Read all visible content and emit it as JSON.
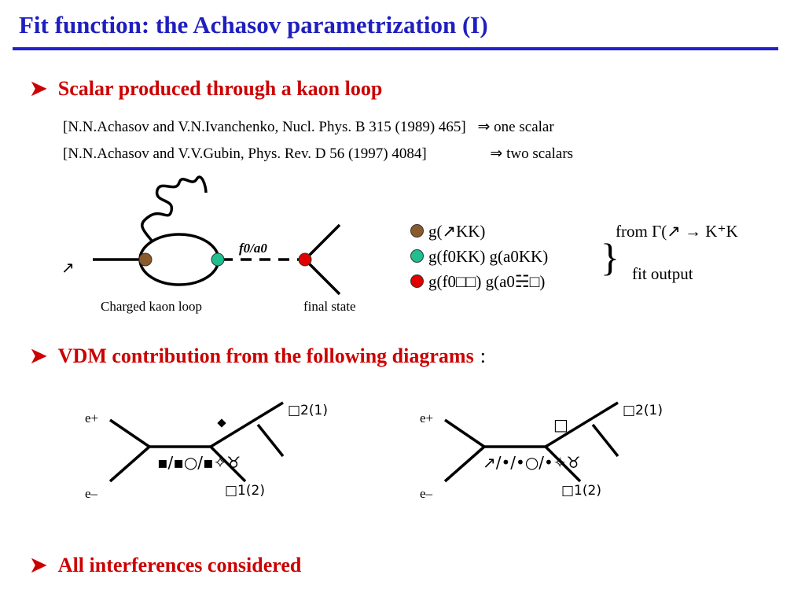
{
  "slide": {
    "title": "Fit function: the Achasov parametrization (I)",
    "colors": {
      "title": "#1f1fbf",
      "bullet": "#cc0000",
      "brown": "#8b5a2b",
      "teal": "#1fbf8f",
      "red": "#e00000"
    }
  },
  "bullet1": {
    "text": "Scalar produced  through a kaon loop",
    "ref1": "[N.N.Achasov and V.N.Ivanchenko, Nucl. Phys. B 315 (1989) 465]",
    "ref1_result": "⇒ one scalar",
    "ref2": "[N.N.Achasov and V.V.Gubin, Phys. Rev. D 56 (1997) 4084]",
    "ref2_result": "⇒  two scalars"
  },
  "kaon_diagram": {
    "label_f0a0": "f0/a0",
    "caption_loop": "Charged kaon loop",
    "caption_final": "final state"
  },
  "legend": {
    "row1": "g(↗KK)",
    "row1_from": "from Γ(↗  →  K⁺K",
    "row2": "g(f0KK) g(a0KK)",
    "row3": "g(f0□□)  g(a0☵□)",
    "brace": "}",
    "fit_output": "fit output"
  },
  "bullet2": {
    "text": "VDM contribution from the following diagrams",
    "colon": ":"
  },
  "vdm_left": {
    "e_plus": "e+",
    "e_minus": "e–",
    "top_label": "□2(1)",
    "bottom_label": "□1(2)",
    "mid_label": "▪/▪○/▪✧♉"
  },
  "vdm_right": {
    "e_plus": "e+",
    "e_minus": "e–",
    "top_label": "□2(1)",
    "bottom_label": "□1(2)",
    "mid_label": "↗/•/•○/•✧♉"
  },
  "bullet3": {
    "text": "All interferences considered"
  }
}
